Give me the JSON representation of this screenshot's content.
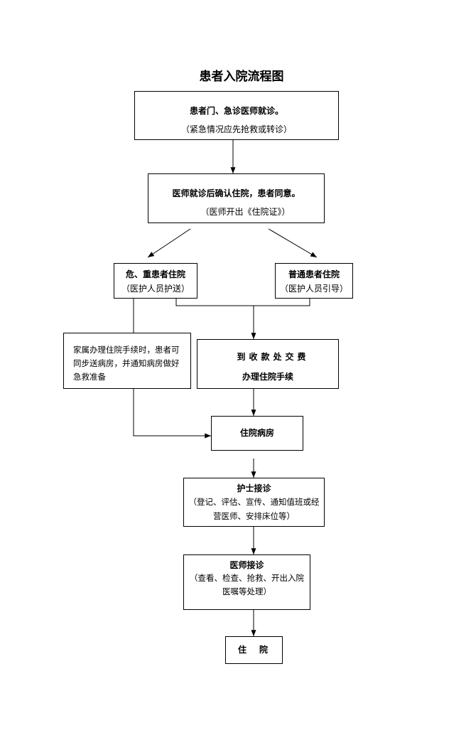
{
  "title": "患者入院流程图",
  "steps": {
    "first_visit": {
      "title": "患者门、急诊医师就诊。",
      "note": "（紧急情况应先抢救或转诊）"
    },
    "confirm_admission": {
      "title": "医师就诊后确认住院，患者同意。",
      "note": "（医师开出《住院证》）"
    },
    "critical_patient": {
      "title": "危、重患者住院",
      "note": "（医护人员护送）"
    },
    "regular_patient": {
      "title": "普通患者住院",
      "note": "（医护人员引导）"
    },
    "family_procedure": {
      "lines": [
        "家属办理住院手续时，患者可",
        "同步送病房，并通知病房做好",
        "急救准备"
      ]
    },
    "payment": {
      "title": "到 收 款 处 交 费",
      "subtitle": "办理住院手续"
    },
    "ward": {
      "title": "住院病房"
    },
    "nurse_reception": {
      "title": "护士接诊",
      "lines": [
        "（登记、评估、宣传、通知值班或经",
        "营医师、安排床位等）"
      ]
    },
    "doctor_reception": {
      "title": "医师接诊",
      "lines": [
        "（查看、检查、抢救、开出入院",
        "医嘱等处理）"
      ]
    },
    "admitted": {
      "title": "住　院"
    }
  }
}
